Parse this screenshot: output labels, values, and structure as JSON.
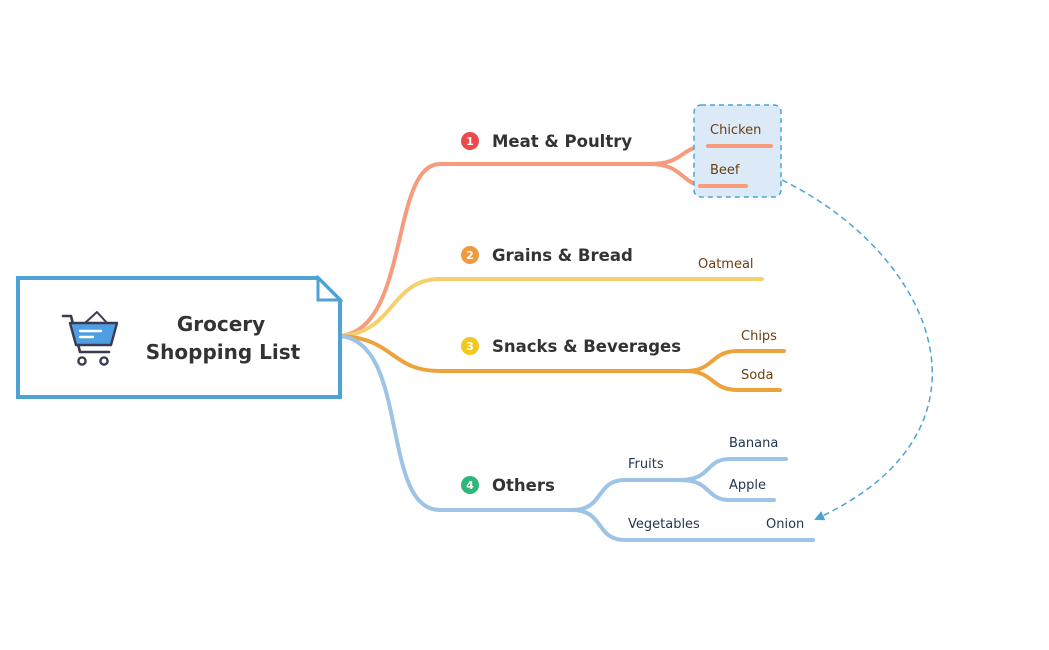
{
  "root": {
    "title_line1": "Grocery",
    "title_line2": "Shopping List",
    "icon": "shopping-cart-icon",
    "border_color": "#4da3d4"
  },
  "branches": [
    {
      "number": "1",
      "label": "Meat & Poultry",
      "color": "#f79b7d",
      "badge_color": "#ea4a4a",
      "leaves": [
        "Chicken",
        "Beef"
      ]
    },
    {
      "number": "2",
      "label": "Grains & Bread",
      "color": "#f4d06f",
      "badge_color": "#f09a3e",
      "leaves": [
        "Oatmeal"
      ]
    },
    {
      "number": "3",
      "label": "Snacks & Beverages",
      "color": "#eda33b",
      "badge_color": "#f2c81e",
      "leaves": [
        "Chips",
        "Soda"
      ]
    },
    {
      "number": "4",
      "label": "Others",
      "color": "#9dc3e6",
      "badge_color": "#2db87a",
      "subgroups": [
        {
          "label": "Fruits",
          "leaves": [
            "Banana",
            "Apple"
          ]
        },
        {
          "label": "Vegetables",
          "leaves": [
            "Onion"
          ]
        }
      ]
    }
  ],
  "colors": {
    "leaf_text_warm": "#6b3e10",
    "leaf_text_cool": "#1f3550",
    "highlight_fill": "#dbeaf6",
    "highlight_border": "#4da3d4",
    "relationship_line": "#4da3d4"
  }
}
